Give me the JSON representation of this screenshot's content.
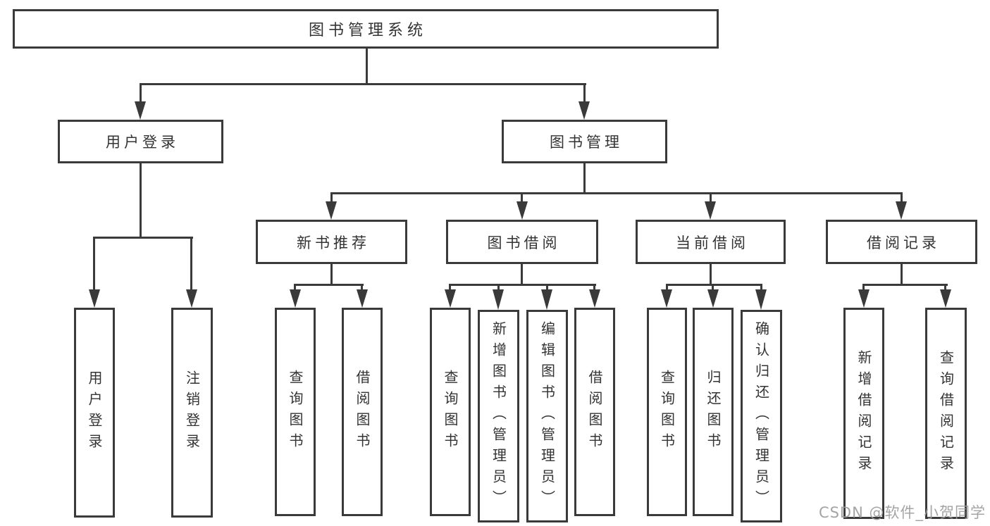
{
  "tree": {
    "root": {
      "label": "图书管理系统",
      "children": [
        {
          "label": "用户登录",
          "children": [
            {
              "label": "用户登录"
            },
            {
              "label": "注销登录"
            }
          ]
        },
        {
          "label": "图书管理",
          "children": [
            {
              "label": "新书推荐",
              "children": [
                {
                  "label": "查询图书"
                },
                {
                  "label": "借阅图书"
                }
              ]
            },
            {
              "label": "图书借阅",
              "children": [
                {
                  "label": "查询图书"
                },
                {
                  "label": "新增图书（管理员）"
                },
                {
                  "label": "编辑图书（管理员）"
                },
                {
                  "label": "借阅图书"
                }
              ]
            },
            {
              "label": "当前借阅",
              "children": [
                {
                  "label": "查询图书"
                },
                {
                  "label": "归还图书"
                },
                {
                  "label": "确认归还（管理员）"
                }
              ]
            },
            {
              "label": "借阅记录",
              "children": [
                {
                  "label": "新增借阅记录"
                },
                {
                  "label": "查询借阅记录"
                }
              ]
            }
          ]
        }
      ]
    }
  },
  "watermark": {
    "text": "CSDN @软件_小贺同学"
  },
  "colors": {
    "line": "#3a3a3a",
    "text": "#333333",
    "background": "#ffffff",
    "watermark": "#9b9b9b"
  }
}
